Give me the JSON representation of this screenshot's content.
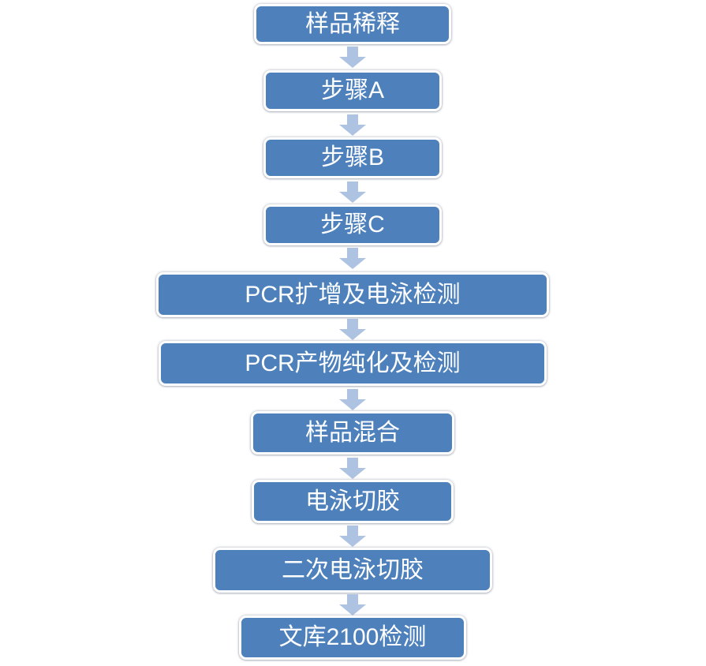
{
  "flowchart": {
    "type": "vertical-process-flow",
    "steps": [
      {
        "label": "样品稀释"
      },
      {
        "label": "步骤A"
      },
      {
        "label": "步骤B"
      },
      {
        "label": "步骤C"
      },
      {
        "label": "PCR扩增及电泳检测"
      },
      {
        "label": "PCR产物纯化及检测"
      },
      {
        "label": "样品混合"
      },
      {
        "label": "电泳切胶"
      },
      {
        "label": "二次电泳切胶"
      },
      {
        "label": "文库2100检测"
      }
    ],
    "connector": "down-block-arrow",
    "colors": {
      "box_fill": "#4E81BC",
      "box_border": "#FFFFFF",
      "box_text": "#FFFFFF",
      "arrow_fill": "#AEC3E1",
      "background": "#FFFFFF"
    }
  }
}
